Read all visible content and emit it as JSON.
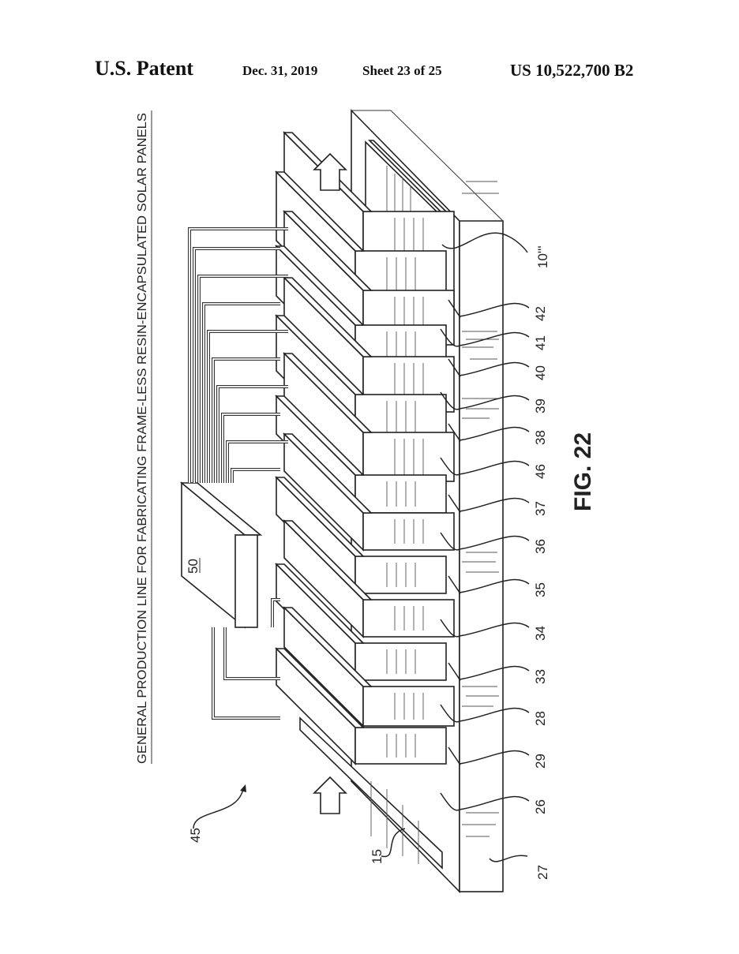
{
  "header": {
    "title": "U.S. Patent",
    "date": "Dec. 31, 2019",
    "sheet": "Sheet 23 of 25",
    "patent_number": "US 10,522,700 B2"
  },
  "figure": {
    "title": "GENERAL PRODUCTION LINE FOR FABRICATING FRAME-LESS RESIN-ENCAPSULATED SOLAR PANELS",
    "label": "FIG. 22",
    "controller_label": "50",
    "system_label": "45",
    "input_panel_label": "15",
    "output_panel_label": "10'''",
    "conveyor_label": "27",
    "station_labels": [
      "42",
      "41",
      "40",
      "39",
      "38",
      "46",
      "37",
      "36",
      "35",
      "34",
      "33",
      "28",
      "29",
      "26"
    ]
  }
}
